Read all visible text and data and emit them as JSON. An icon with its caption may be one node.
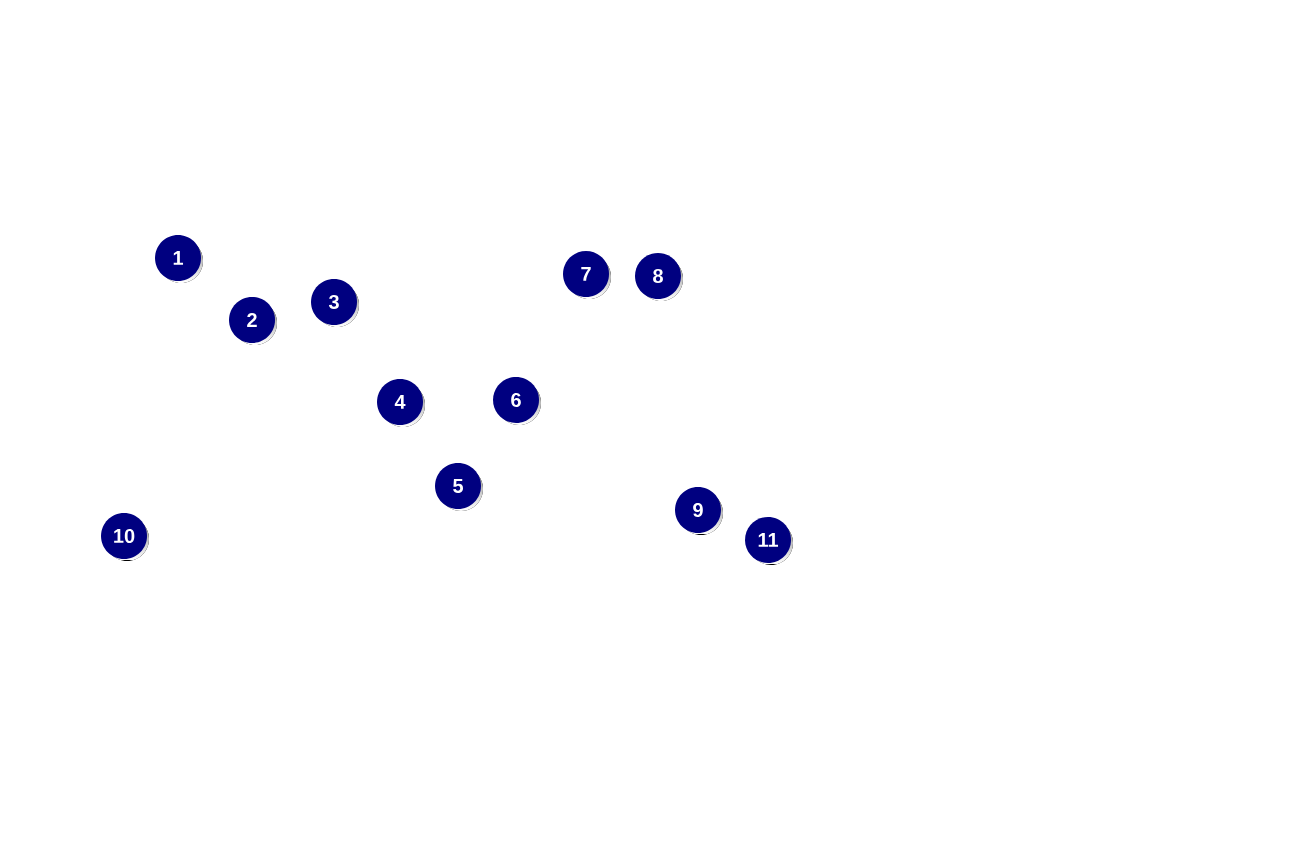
{
  "diagram": {
    "nodes": [
      {
        "text": [
          "1"
        ]
      },
      {
        "text": [
          "2"
        ]
      },
      {
        "text": [
          "3"
        ]
      },
      {
        "text": [
          "4"
        ]
      },
      {
        "text": [
          "5"
        ]
      },
      {
        "text": [
          "6"
        ]
      },
      {
        "text": [
          "7"
        ]
      },
      {
        "text": [
          "8"
        ]
      },
      {
        "text": [
          "9"
        ]
      },
      {
        "text": [
          "10"
        ]
      },
      {
        "text": [
          "11"
        ]
      }
    ]
  }
}
